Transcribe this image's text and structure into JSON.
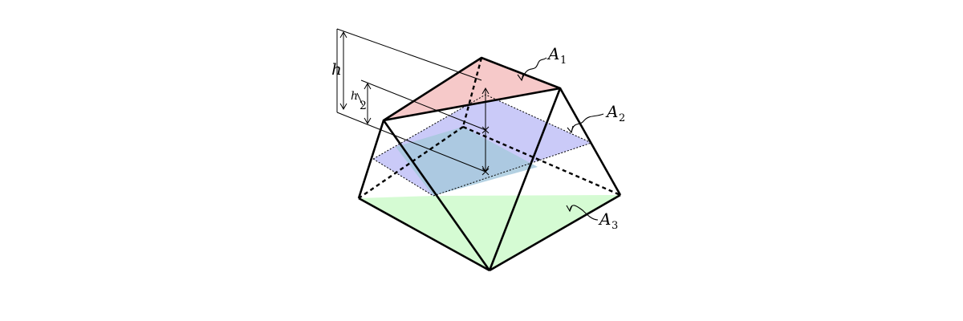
{
  "diagram": {
    "labels": {
      "h": "h",
      "half_h_num": "h",
      "half_h_den": "2",
      "a1": "A",
      "a1_sub": "1",
      "a2": "A",
      "a2_sub": "2",
      "a3": "A",
      "a3_sub": "3"
    },
    "colors": {
      "a1_fill": "#f6b8b8",
      "a2_fill": "#b8b8f4",
      "a3_fill": "#c8f5c0",
      "edge": "#000000"
    }
  }
}
